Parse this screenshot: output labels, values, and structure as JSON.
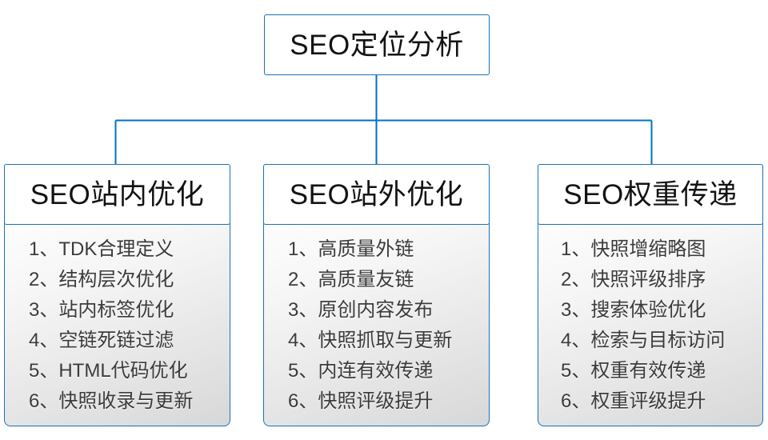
{
  "diagram": {
    "type": "org-tree",
    "root": {
      "label": "SEO定位分析"
    },
    "branches": [
      {
        "header": "SEO站内优化",
        "items": [
          "1、TDK合理定义",
          "2、结构层次优化",
          "3、站内标签优化",
          "4、空链死链过滤",
          "5、HTML代码优化",
          "6、快照收录与更新"
        ]
      },
      {
        "header": "SEO站外优化",
        "items": [
          "1、高质量外链",
          "2、高质量友链",
          "3、原创内容发布",
          "4、快照抓取与更新",
          "5、内连有效传递",
          "6、快照评级提升"
        ]
      },
      {
        "header": "SEO权重传递",
        "items": [
          "1、快照增缩略图",
          "2、快照评级排序",
          "3、搜索体验优化",
          "4、检索与目标访问",
          "5、权重有效传递",
          "6、权重评级提升"
        ]
      }
    ],
    "colors": {
      "border": "#1b71b8",
      "connector": "#0070c0",
      "root_fill": "#ffffff",
      "body_fill_top": "#fdfdfd",
      "body_fill_bottom": "#d7d7d7",
      "title_text": "#131313",
      "item_text": "#3b3b3b"
    }
  }
}
